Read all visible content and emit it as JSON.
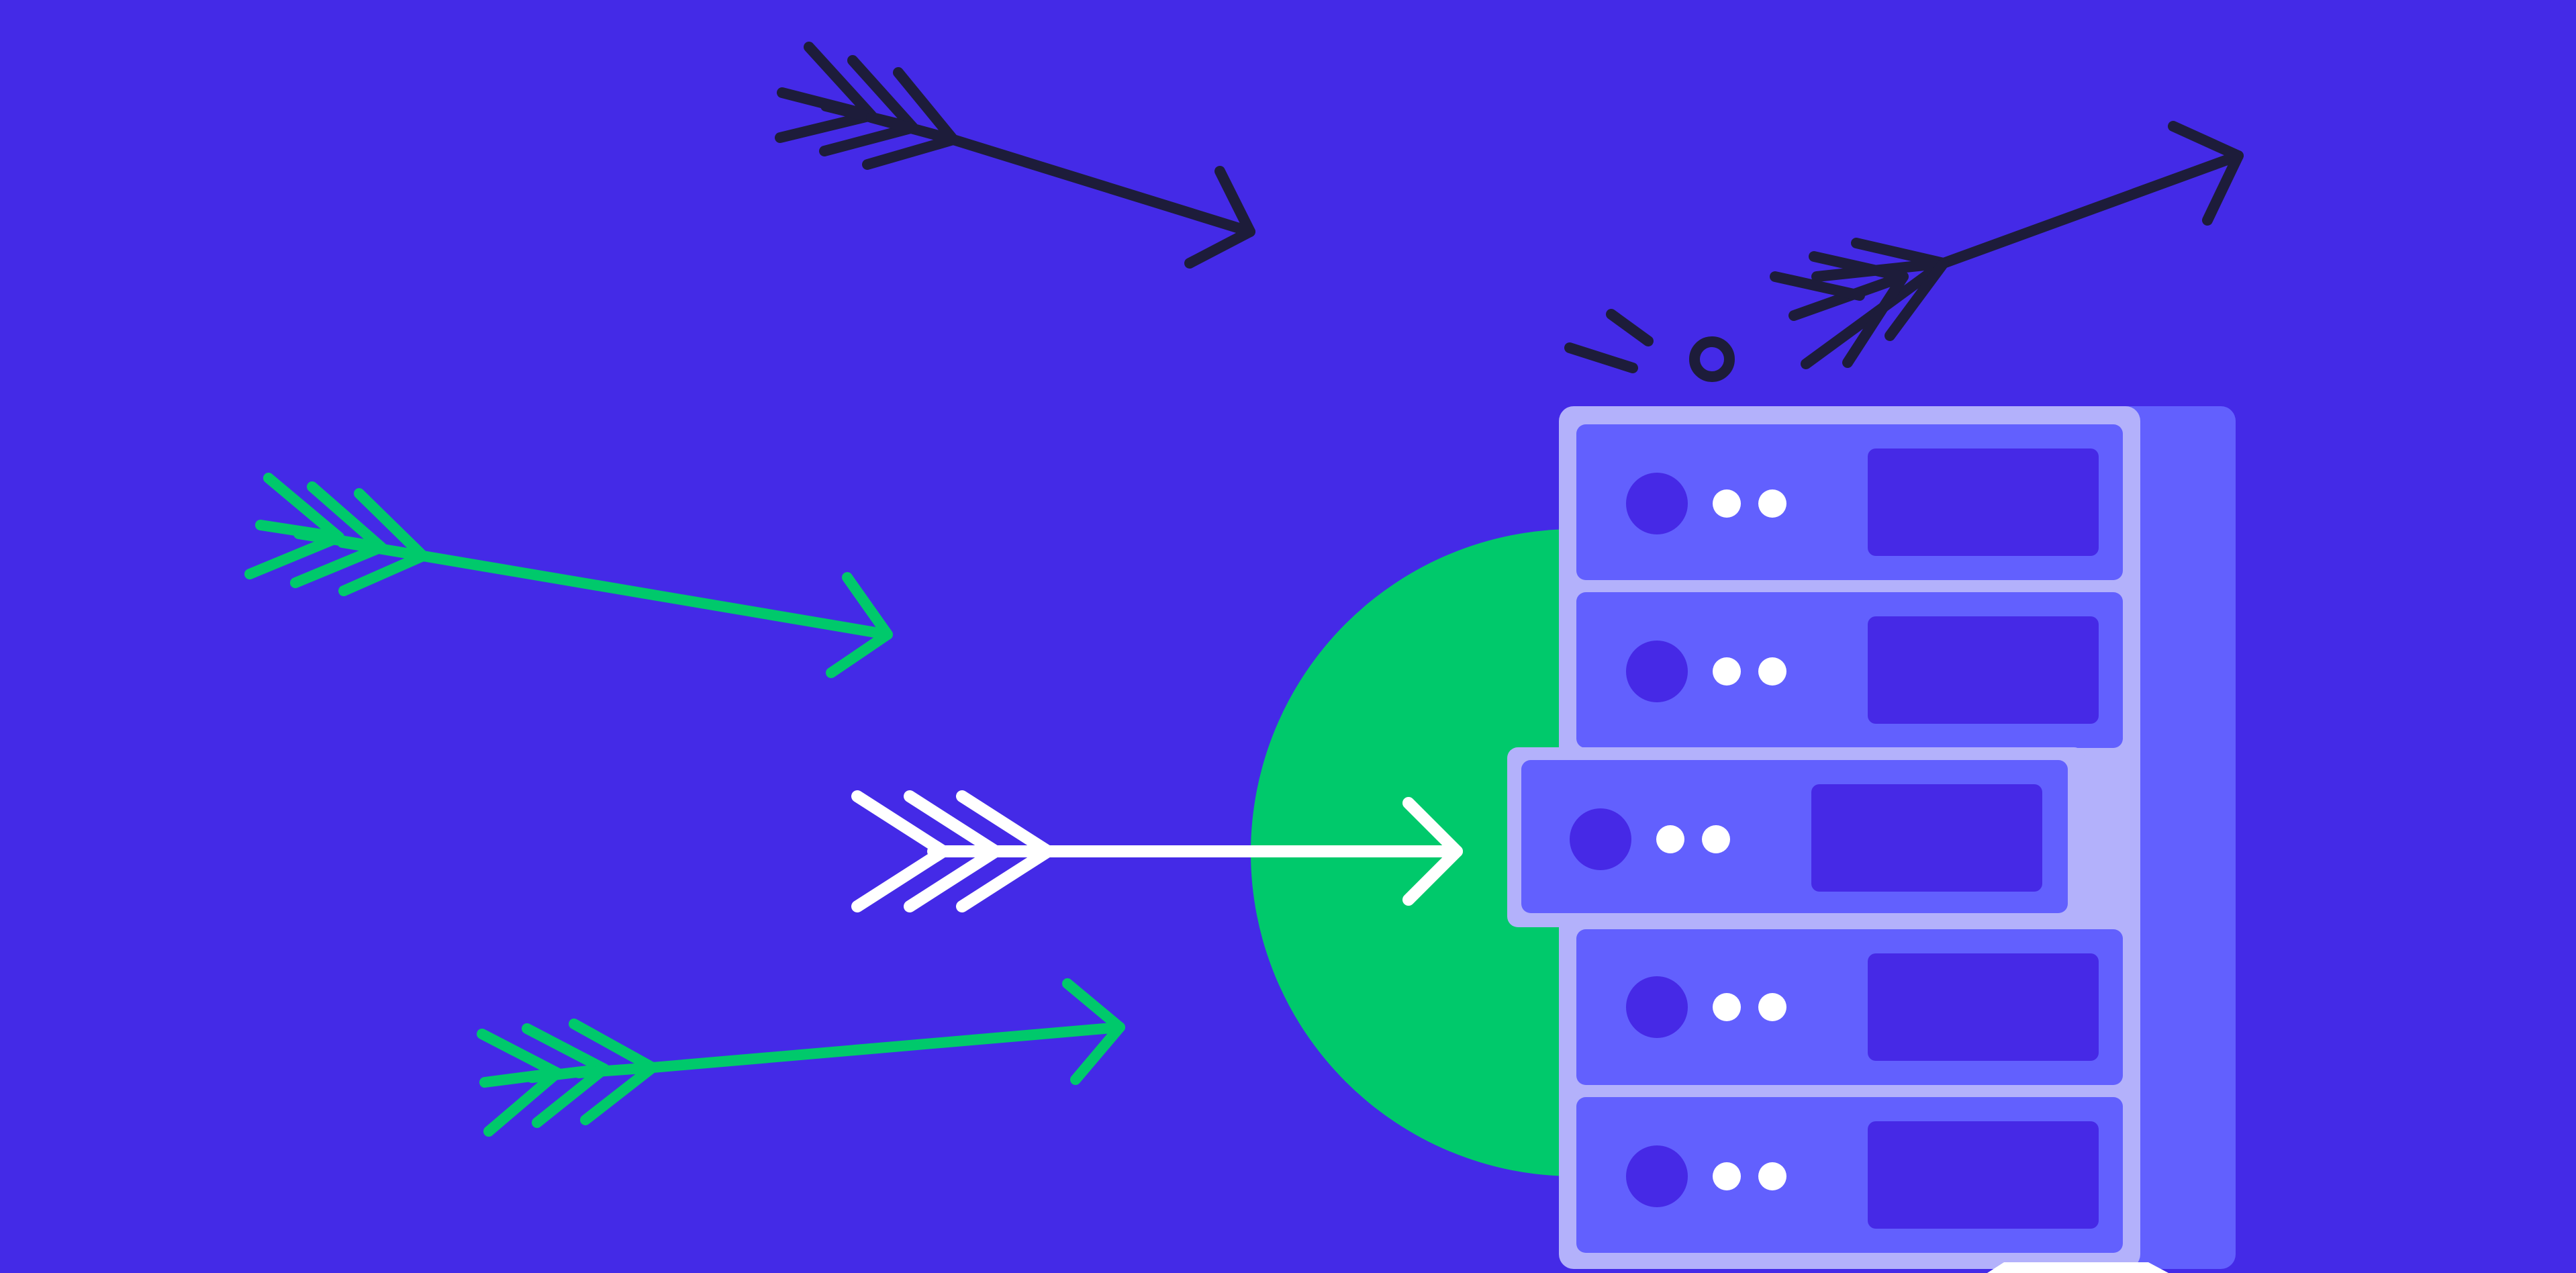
{
  "colors": {
    "background": "#442ae7",
    "target_circle": "#00c96b",
    "server_light": "#b3b1fb",
    "server_mid": "#6260fe",
    "server_dark": "#4629e6",
    "indicator": "#ffffff",
    "arrow_missed_dark": "#1d1c3a",
    "arrow_missed_green": "#00c96b",
    "arrow_hit": "#ffffff"
  },
  "illustration": {
    "subject": "arrows-aimed-at-server-rack",
    "server_rack": {
      "unit_count": 5,
      "indicators_per_unit": 3,
      "highlighted_unit": 3
    },
    "arrows": {
      "missed_dark": 2,
      "missed_green": 2,
      "hit_white": 1
    },
    "icons": [
      "server-rack-icon",
      "arrow-icon",
      "target-circle-icon",
      "impact-mark-icon"
    ]
  }
}
